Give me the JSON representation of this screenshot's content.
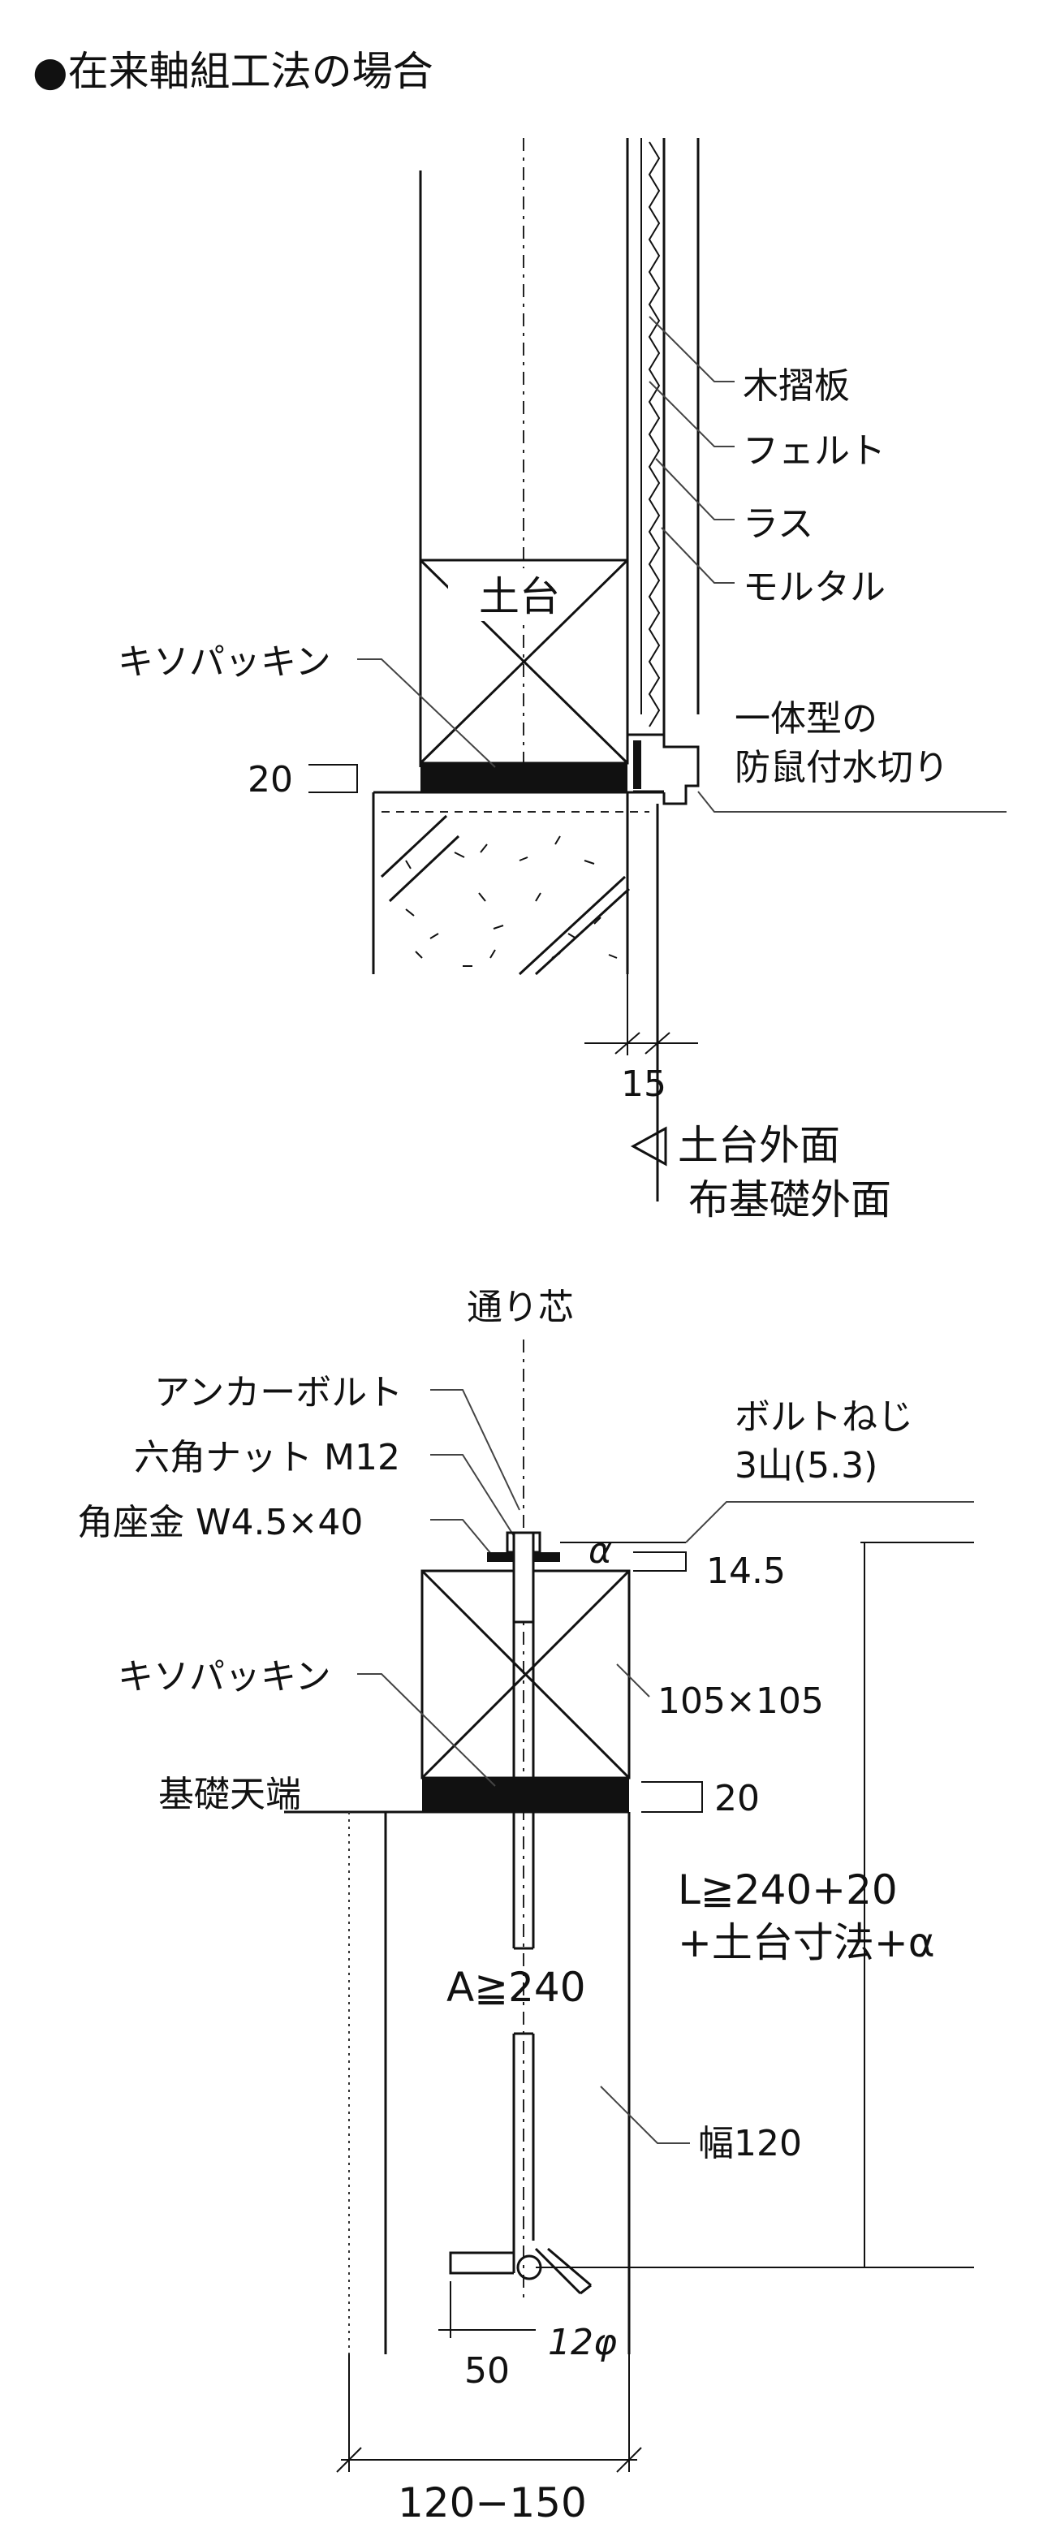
{
  "title": "●在来軸組工法の場合",
  "top": {
    "dodai": "土台",
    "kiso_packing": "キソパッキン",
    "dim_20": "20",
    "kizuri_ita": "木摺板",
    "felt": "フェルト",
    "lath": "ラス",
    "mortar": "モルタル",
    "mizukiri_1": "一体型の",
    "mizukiri_2": "防鼠付水切り",
    "dim_15": "15",
    "ref_1": "土台外面",
    "ref_2": "布基礎外面"
  },
  "bottom": {
    "center_line": "通り芯",
    "anchor_bolt": "アンカーボルト",
    "hex_nut": "六角ナット M12",
    "washer": "角座金 W4.5×40",
    "thread_1": "ボルトねじ",
    "thread_2": "3山(5.3)",
    "alpha": "α",
    "dim_14_5": "14.5",
    "kiso_packing": "キソパッキン",
    "size": "105×105",
    "kiso_tenba": "基礎天端",
    "dim_20": "20",
    "length_1": "L≧240+20",
    "length_2": "+土台寸法+α",
    "embed": "A≧240",
    "width": "幅120",
    "dim_50": "50",
    "dia": "12φ",
    "dim_range": "120−150"
  }
}
